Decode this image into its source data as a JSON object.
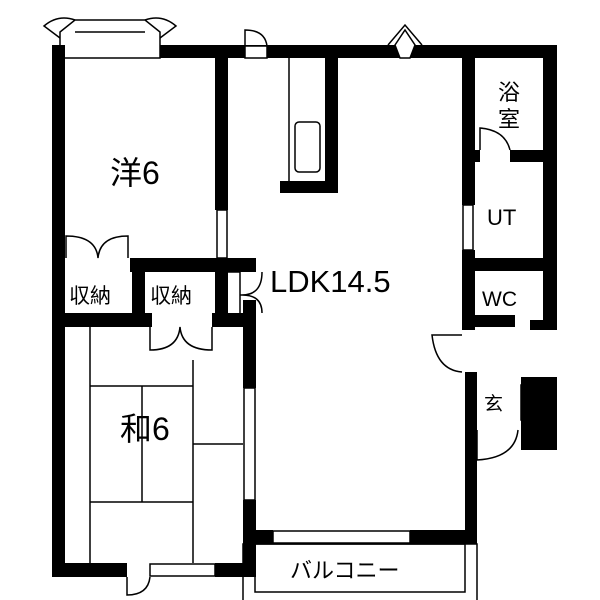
{
  "plan": {
    "rooms": {
      "western_room": "洋6",
      "japanese_room": "和6",
      "ldk": "LDK14.5",
      "bath": "浴室",
      "utility": "UT",
      "toilet": "WC",
      "entrance": "玄",
      "storage_left": "収納",
      "storage_right": "収納",
      "balcony": "バルコニー"
    },
    "colors": {
      "wall": "#000000",
      "background": "#ffffff"
    }
  }
}
